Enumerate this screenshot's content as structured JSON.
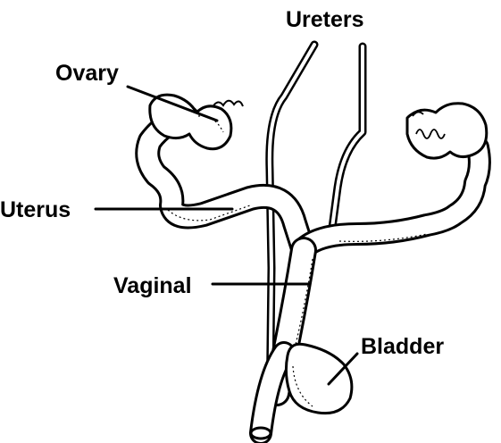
{
  "figure": {
    "labels": {
      "ureters": "Ureters",
      "ovary": "Ovary",
      "uterus": "Uterus",
      "vaginal": "Vaginal",
      "bladder": "Bladder"
    }
  }
}
